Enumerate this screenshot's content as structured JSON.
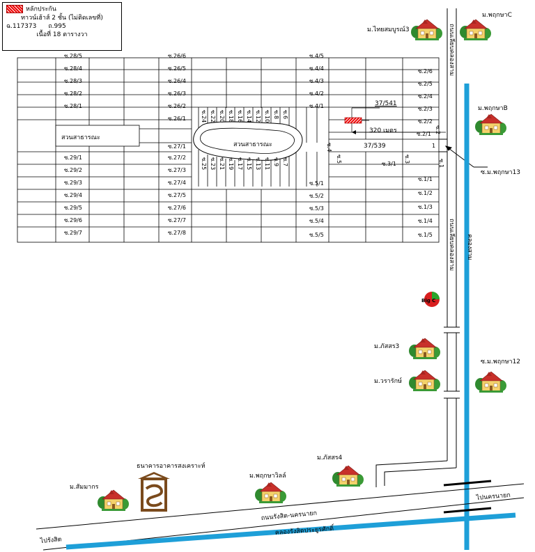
{
  "legend": {
    "collateral_label": "หลักประกัน",
    "property_type": "ทาวน์เฮ้าส์ 2 ชั้น (ไม่ติดเลขที่)",
    "deed_no": "ฉ.117373",
    "land_no": "ถ.995",
    "area": "เนื้อที่ 18 ตารางวา"
  },
  "roads": {
    "main_road": "ถนนรังสิต-นครนายก",
    "canal_south": "คลองรังสิตประยูรศักดิ์",
    "to_rangsit": "ไปรังสิต",
    "to_nakhonnayok": "ไปนครนายก",
    "klong_sam_road_top": "ถนนเลียบคลองสาม",
    "klong_sam_road_mid": "ถนนเลียบคลองสาม",
    "klong_sam_canal": "คลองสาม",
    "soi_pruksa13": "ซ.ม.พฤกษา13",
    "distance": "320 เมตร"
  },
  "parks": {
    "park_left": "สวนสาธารณะ",
    "park_oval": "สวนสาธารณะ"
  },
  "lots": {
    "lot_a": "37/541",
    "lot_b": "37/539"
  },
  "landmarks": {
    "bank": "ธนาคารอาคารสงเคราะห์",
    "bigc": "Big C",
    "villages": [
      {
        "name": "ม.ไทยสมบูรณ์3"
      },
      {
        "name": "ม.พฤกษาC"
      },
      {
        "name": "ม.พฤกษาB"
      },
      {
        "name": "ม.ภัสสร3"
      },
      {
        "name": "ม.วรารักษ์"
      },
      {
        "name": "ซ.ม.พฤกษา12"
      },
      {
        "name": "ม.ภัสสร4"
      },
      {
        "name": "ม.พฤกษาวิลล์"
      },
      {
        "name": "ม.สัมมากร"
      }
    ]
  },
  "sois": {
    "left_col": [
      "ซ.28/5",
      "ซ.28/4",
      "ซ.28/3",
      "ซ.28/2",
      "ซ.28/1",
      "ซ.29/1",
      "ซ.29/2",
      "ซ.29/3",
      "ซ.29/4",
      "ซ.29/5",
      "ซ.29/6",
      "ซ.29/7"
    ],
    "mid_col": [
      "ซ.26/6",
      "ซ.26/5",
      "ซ.26/4",
      "ซ.26/3",
      "ซ.26/2",
      "ซ.26/1",
      "ซ.27/1",
      "ซ.27/2",
      "ซ.27/3",
      "ซ.27/4",
      "ซ.27/5",
      "ซ.27/6",
      "ซ.27/7",
      "ซ.27/8"
    ],
    "right_col": [
      "ซ.4/5",
      "ซ.4/4",
      "ซ.4/3",
      "ซ.4/2",
      "ซ.4/1",
      "ซ.5/1",
      "ซ.5/2",
      "ซ.5/3",
      "ซ.5/4",
      "ซ.5/5"
    ],
    "far_right_col": [
      "ซ.2/6",
      "ซ.2/5",
      "ซ.2/4",
      "ซ.2/3",
      "ซ.2/2",
      "ซ.2/1",
      "ซ.3/1",
      "ซ.1/1",
      "ซ.1/2",
      "ซ.1/3",
      "ซ.1/4",
      "ซ.1/5"
    ],
    "vertical_top": [
      "ซ.24",
      "ซ.22",
      "ซ.20",
      "ซ.18",
      "ซ.16",
      "ซ.14",
      "ซ.12",
      "ซ.10",
      "ซ.8",
      "ซ.6"
    ],
    "vertical_bottom": [
      "ซ.25",
      "ซ.23",
      "ซ.21",
      "ซ.19",
      "ซ.17",
      "ซ.15",
      "ซ.13",
      "ซ.11",
      "ซ.9",
      "ซ.7"
    ],
    "misc": {
      "s4": "ซ.4",
      "s5": "ซ.5",
      "s3": "ซ.3",
      "s2": "ซ.2",
      "s1": "ซ.1",
      "s1_num": "1"
    }
  },
  "colors": {
    "canal": "#1e9fd8",
    "collateral": "#e00000",
    "house_roof": "#c8302a",
    "house_wall": "#f4d26b",
    "tree": "#2f8a2f",
    "bank_logo": "#7a4a1c",
    "bigc_red": "#d81e1e",
    "bigc_green": "#2aa52a"
  }
}
